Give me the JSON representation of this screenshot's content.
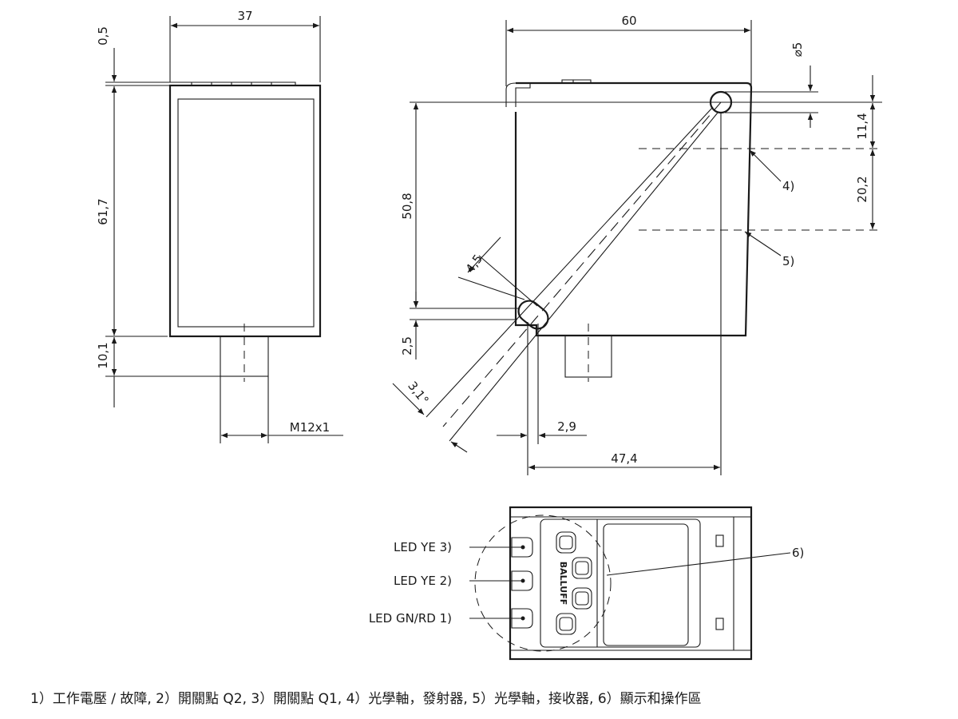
{
  "dimensions": {
    "front_width": "37",
    "front_top_offset": "0,5",
    "front_height": "61,7",
    "connector_height": "10,1",
    "thread": "M12x1",
    "side_width": "60",
    "hole_diameter": "⌀5",
    "axis_offset_top": "11,4",
    "axis_spacing": "20,2",
    "vertical_distance": "50,8",
    "window_width": "4,5",
    "window_offset": "2,5",
    "angle": "3,1°",
    "horizontal_offset": "2,9",
    "horizontal_distance": "47,4"
  },
  "callouts": {
    "emitter_axis": "4)",
    "receiver_axis": "5)",
    "display": "6)"
  },
  "leds": {
    "led3": "LED YE 3)",
    "led2": "LED YE 2)",
    "led1": "LED GN/RD 1)"
  },
  "logo_text": "BALLUFF",
  "legend": "1）工作電壓 / 故障, 2）開關點 Q2, 3）開關點 Q1, 4）光學軸，發射器, 5）光學軸，接收器, 6）顯示和操作區"
}
